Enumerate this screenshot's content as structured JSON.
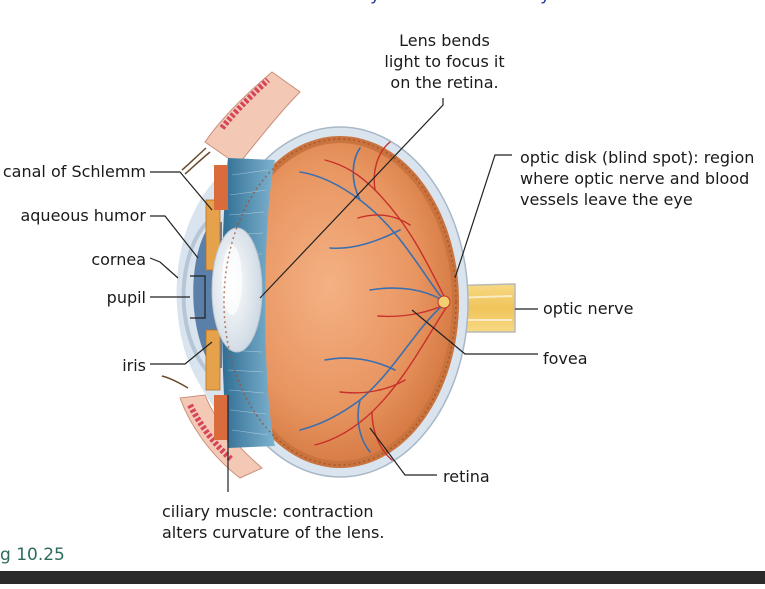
{
  "labels": {
    "lens": [
      "Lens bends",
      "light to focus it",
      "on the retina."
    ],
    "optic_disk": [
      "optic disk (blind spot): region",
      "where optic nerve and blood",
      "vessels leave the eye"
    ],
    "canal_of_schlemm": "canal of Schlemm",
    "aqueous_humor": "aqueous humor",
    "cornea": "cornea",
    "pupil": "pupil",
    "iris": "iris",
    "optic_nerve": "optic nerve",
    "fovea": "fovea",
    "retina": "retina",
    "ciliary_muscle": [
      "ciliary muscle: contraction",
      "alters curvature of the lens."
    ]
  },
  "figure_caption": "g 10.25",
  "colors": {
    "label_text": "#1a1a1a",
    "leader_line": "#222222",
    "caption": "#2d6b5e",
    "sclera": "#d9e4ee",
    "choroid": "#c9733e",
    "vitreous": "#e79a63",
    "artery": "#c8302a",
    "vein": "#3b6fb0",
    "optic_nerve": "#f2cf6f",
    "lens": "#eef2f6",
    "ciliary_body": "#3f7fa3",
    "bottom_bar": "#2b2b2b"
  }
}
